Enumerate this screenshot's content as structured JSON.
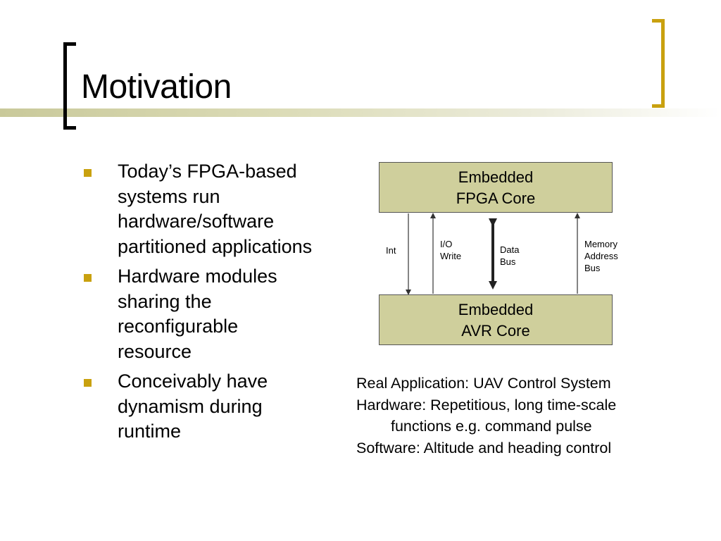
{
  "slide": {
    "title": "Motivation",
    "bullets": [
      {
        "lines": [
          "Today’s FPGA-based",
          "systems run",
          "hardware/software",
          "partitioned applications"
        ]
      },
      {
        "lines": [
          "Hardware modules",
          "sharing the",
          "reconfigurable",
          "resource"
        ]
      },
      {
        "lines": [
          "Conceivably have",
          "dynamism during",
          "runtime"
        ]
      }
    ],
    "accent_color": "#c9a10f"
  },
  "diagram": {
    "fpga_core": {
      "line1": "Embedded",
      "line2": "FPGA Core"
    },
    "avr_core": {
      "line1": "Embedded",
      "line2": "AVR Core"
    },
    "signals": {
      "int": "Int",
      "io_write": {
        "line1": "I/O",
        "line2": "Write"
      },
      "data_bus": {
        "line1": "Data",
        "line2": "Bus"
      },
      "memory_address_bus": {
        "line1": "Memory",
        "line2": "Address",
        "line3": "Bus"
      }
    },
    "box_color": "#cfcf9c"
  },
  "application": {
    "line1": "Real Application: UAV Control System",
    "line2": "Hardware: Repetitious, long time-scale",
    "line3": "functions e.g. command pulse",
    "line4": "Software: Altitude and heading control"
  }
}
